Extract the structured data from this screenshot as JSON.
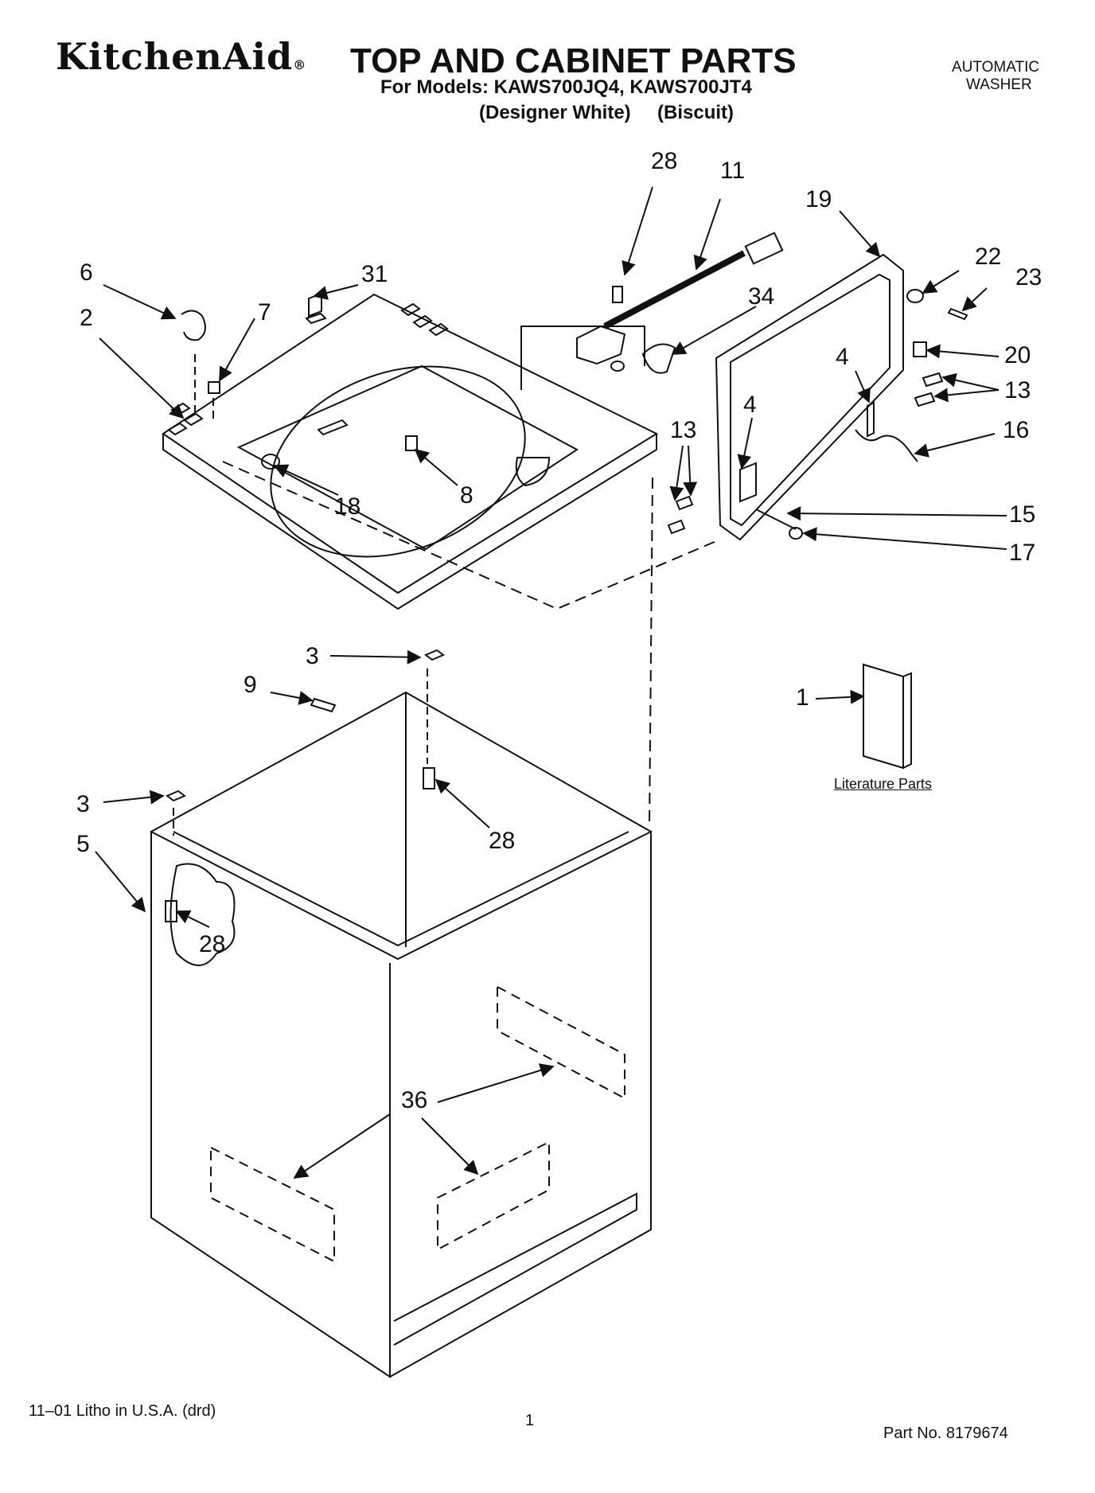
{
  "header": {
    "brand": "KitchenAid",
    "brand_mark": "®",
    "title": "TOP AND CABINET PARTS",
    "models_line": "For Models: KAWS700JQ4, KAWS700JT4",
    "color_1": "(Designer White)",
    "color_2": "(Biscuit)",
    "appliance_type_1": "AUTOMATIC",
    "appliance_type_2": "WASHER"
  },
  "callouts": {
    "c1": "1",
    "c2": "2",
    "c3a": "3",
    "c3b": "3",
    "c4a": "4",
    "c4b": "4",
    "c5": "5",
    "c6": "6",
    "c7": "7",
    "c8": "8",
    "c9": "9",
    "c11": "11",
    "c13a": "13",
    "c13b": "13",
    "c15": "15",
    "c16": "16",
    "c17": "17",
    "c18": "18",
    "c19": "19",
    "c20": "20",
    "c22": "22",
    "c23": "23",
    "c28a": "28",
    "c28b": "28",
    "c28c": "28",
    "c31": "31",
    "c34": "34",
    "c36": "36"
  },
  "literature_label": "Literature Parts",
  "footer": {
    "print_info": "11–01 Litho in U.S.A. (drd)",
    "page_number": "1",
    "part_number": "Part No. 8179674"
  }
}
